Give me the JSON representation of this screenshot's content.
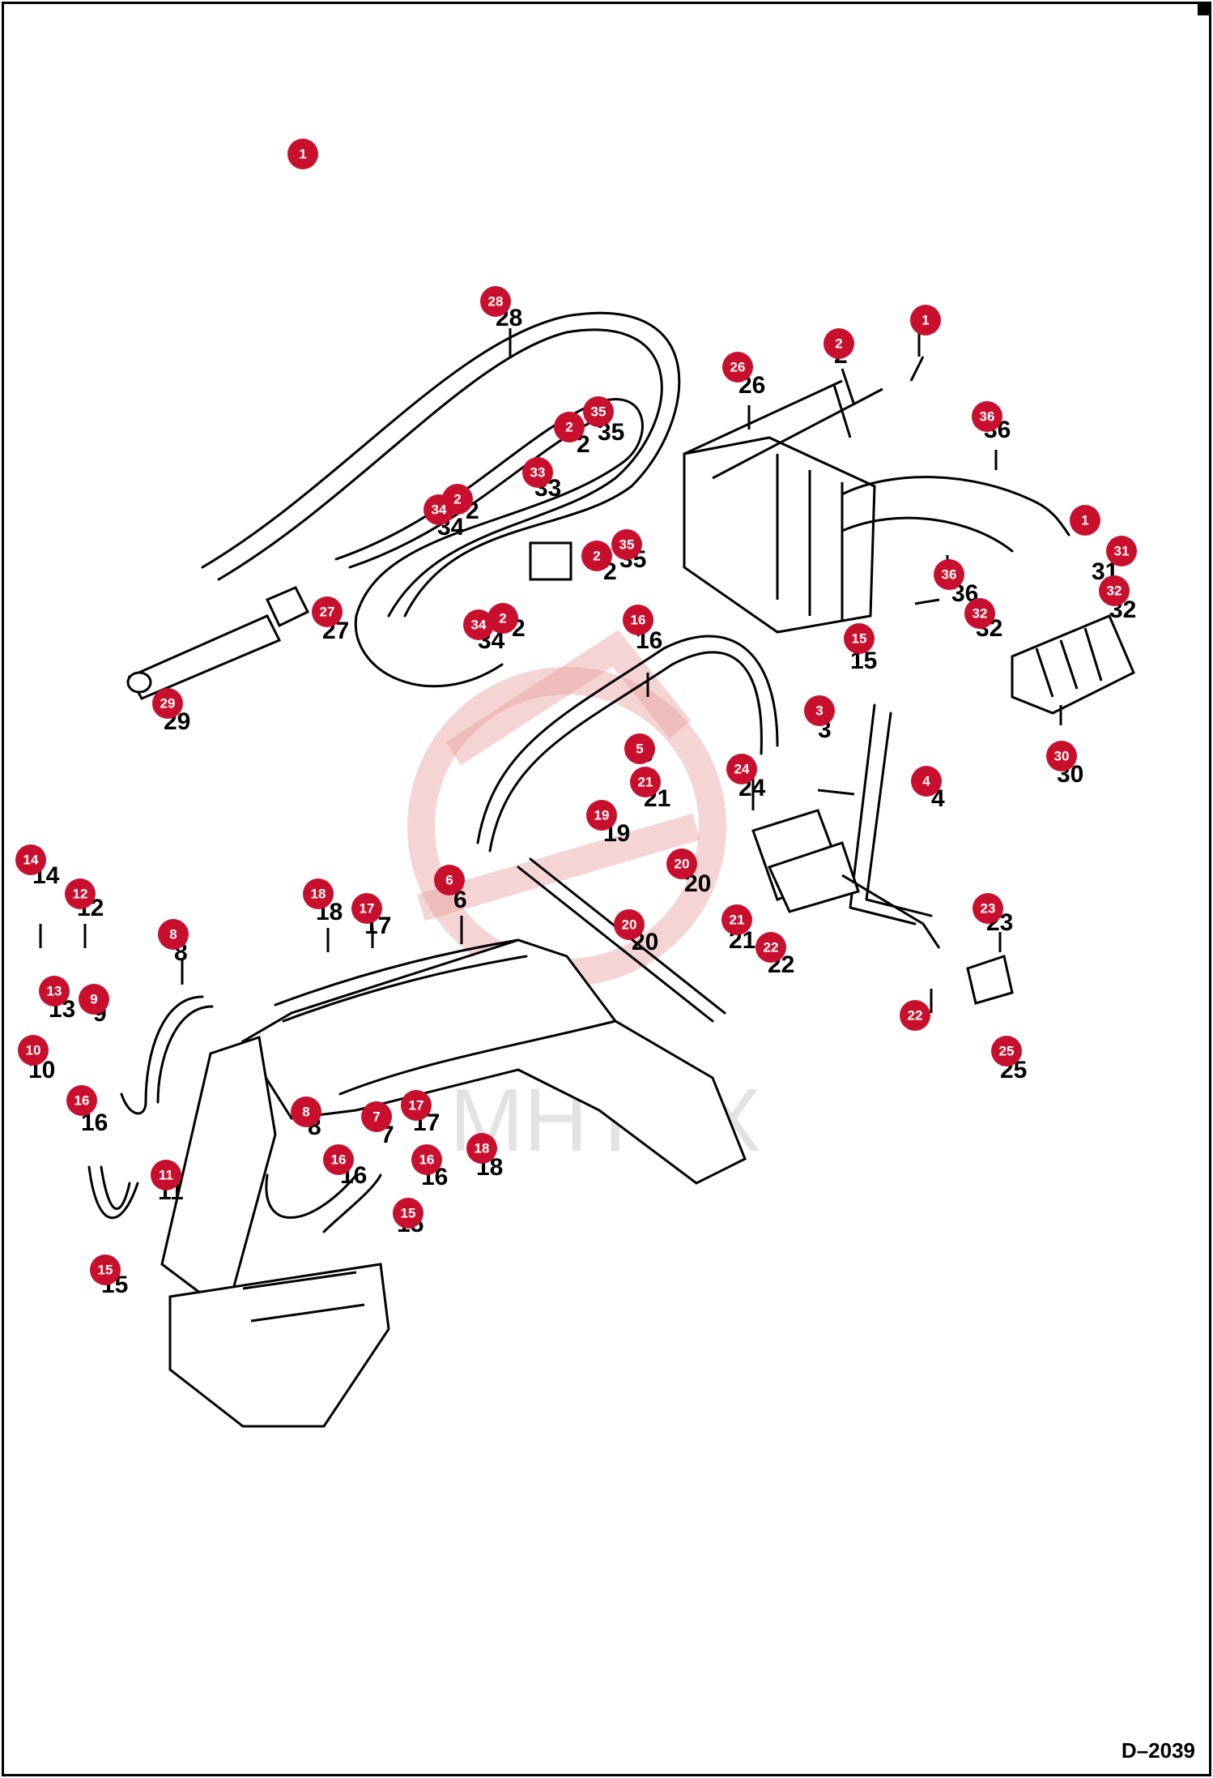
{
  "drawing_number": "D–2039",
  "watermark": "МНТЕХ",
  "colors": {
    "callout": "#c8102e",
    "watermark": "#e8a0a0",
    "line": "#000000"
  },
  "callouts": [
    "1",
    "1",
    "1",
    "2",
    "2",
    "2",
    "2",
    "2",
    "35",
    "35",
    "33",
    "34",
    "34",
    "26",
    "28",
    "27",
    "29",
    "36",
    "36",
    "31",
    "32",
    "32",
    "30",
    "16",
    "15",
    "3",
    "5",
    "4",
    "21",
    "24",
    "19",
    "20",
    "20",
    "21",
    "22",
    "22",
    "23",
    "25",
    "6",
    "18",
    "17",
    "14",
    "12",
    "13",
    "9",
    "10",
    "8",
    "8",
    "7",
    "17",
    "18",
    "16",
    "16",
    "16",
    "11",
    "15",
    "15"
  ],
  "labels": [
    "28",
    "26",
    "2",
    "35",
    "2",
    "33",
    "2",
    "34",
    "2",
    "35",
    "2",
    "34",
    "27",
    "29",
    "36",
    "36",
    "31",
    "32",
    "32",
    "30",
    "16",
    "15",
    "3",
    "5",
    "4",
    "21",
    "24",
    "19",
    "20",
    "20",
    "21",
    "22",
    "23",
    "25",
    "6",
    "18",
    "17",
    "14",
    "12",
    "13",
    "9",
    "10",
    "8",
    "8",
    "7",
    "17",
    "18",
    "16",
    "16",
    "16",
    "11",
    "15",
    "15",
    "1"
  ]
}
